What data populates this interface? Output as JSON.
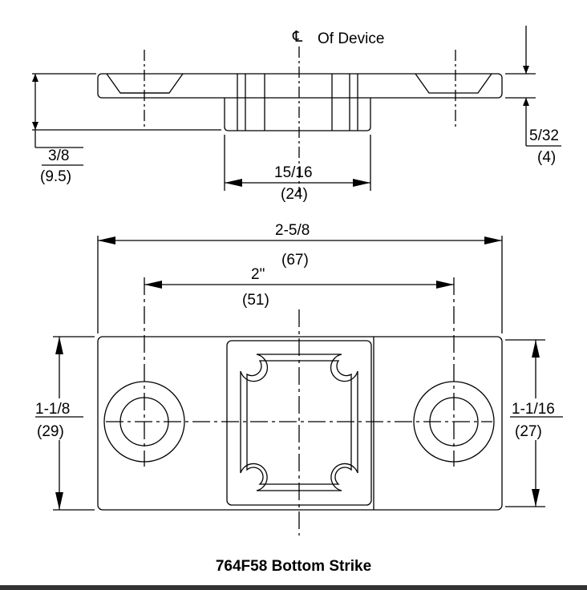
{
  "centerline": {
    "symbol": "℄",
    "label": "Of Device"
  },
  "side_view": {
    "height_dim": {
      "fraction": "3/8",
      "metric": "(9.5)"
    },
    "base_width_dim": {
      "fraction": "15/16",
      "metric": "(24)"
    },
    "flange_dim": {
      "fraction": "5/32",
      "metric": "(4)"
    }
  },
  "plan_view": {
    "overall_width_dim": {
      "fraction": "2-5/8",
      "metric": "(67)"
    },
    "hole_spacing_dim": {
      "fraction": "2\"",
      "metric": "(51)"
    },
    "left_height_dim": {
      "fraction": "1-1/8",
      "metric": "(29)"
    },
    "right_height_dim": {
      "fraction": "1-1/16",
      "metric": "(27)"
    }
  },
  "title": "764F58 Bottom Strike",
  "colors": {
    "line": "#000000",
    "background": "#ffffff",
    "bottom_bar": "#333333"
  }
}
